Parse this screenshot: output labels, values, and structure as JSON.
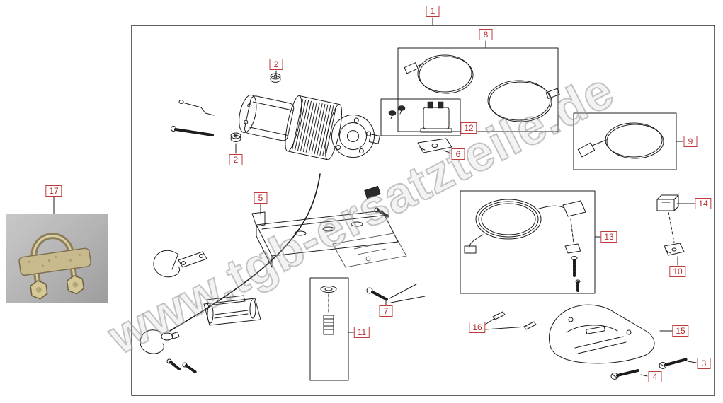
{
  "diagram": {
    "watermark": "www.tgb-ersatzteile.de",
    "callouts": [
      {
        "label": "1"
      },
      {
        "label": "2"
      },
      {
        "label": "2"
      },
      {
        "label": "3"
      },
      {
        "label": "4"
      },
      {
        "label": "5"
      },
      {
        "label": "6"
      },
      {
        "label": "7"
      },
      {
        "label": "8"
      },
      {
        "label": "9"
      },
      {
        "label": "10"
      },
      {
        "label": "11"
      },
      {
        "label": "12"
      },
      {
        "label": "13"
      },
      {
        "label": "14"
      },
      {
        "label": "15"
      },
      {
        "label": "16"
      },
      {
        "label": "17"
      }
    ]
  }
}
